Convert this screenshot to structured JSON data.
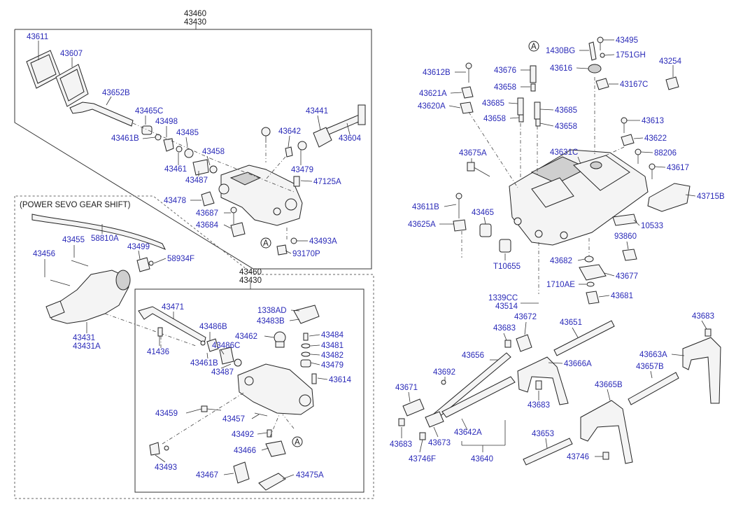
{
  "group_headers": {
    "upper_left": [
      "43460",
      "43430"
    ],
    "lower_left": [
      "43460",
      "43430"
    ],
    "power": "(POWER SEVO GEAR SHIFT)"
  },
  "callouts": {
    "a_mark": "A",
    "labels": {
      "u1": "43611",
      "u2": "43607",
      "u3": "43652B",
      "u4": "43465C",
      "u5": "43498",
      "u6": "43461B",
      "u7": "43485",
      "u8": "43458",
      "u9": "43461",
      "u10": "43487",
      "u11": "43441",
      "u12": "43642",
      "u13": "43604",
      "u14": "43479",
      "u15": "47125A",
      "u16": "43478",
      "u17": "43687",
      "u18": "43684",
      "u19": "43493A",
      "u20": "93170P",
      "p1": "58810A",
      "p2": "43455",
      "p3": "43499",
      "p4": "43456",
      "p5": "58934F",
      "p6": "43431",
      "p7": "43431A",
      "l1": "43471",
      "l2": "43486B",
      "l3": "41436",
      "l4": "43486C",
      "l5": "43461B",
      "l6": "43487",
      "l7": "1338AD",
      "l8": "43483B",
      "l9": "43462",
      "l10": "43484",
      "l11": "43481",
      "l12": "43482",
      "l13": "43479",
      "l14": "43614",
      "l15": "43459",
      "l16": "43457",
      "l17": "43492",
      "l18": "43466",
      "l19": "43493",
      "l20": "43467",
      "l21": "43475A",
      "r1": "43612B",
      "r2": "43621A",
      "r3": "43620A",
      "r4": "43676",
      "r5": "43658",
      "r6": "43685",
      "r7": "43658",
      "r8": "43685",
      "r9": "43658",
      "r10": "1430BG",
      "r11": "43495",
      "r12": "1751GH",
      "r13": "43616",
      "r14": "43167C",
      "r15": "43254",
      "r16": "43613",
      "r17": "43622",
      "r18": "88206",
      "r19": "43617",
      "r20": "43675A",
      "r21": "43631C",
      "r22": "43715B",
      "r23": "43611B",
      "r24": "43625A",
      "r25": "43465",
      "r26": "10533",
      "r27": "93860",
      "r28": "T10655",
      "r29": "43682",
      "r30": "43677",
      "r31": "1710AE",
      "r32": "43681",
      "r33": "1339CC",
      "r34": "43514",
      "b1": "43683",
      "b2": "43672",
      "b3": "43651",
      "b4": "43683",
      "b5": "43656",
      "b6": "43666A",
      "b7": "43663A",
      "b8": "43692",
      "b9": "43657B",
      "b10": "43671",
      "b11": "43665B",
      "b12": "43683",
      "b13": "43683",
      "b14": "43673",
      "b15": "43642A",
      "b16": "43653",
      "b17": "43746F",
      "b18": "43640",
      "b19": "43746"
    }
  }
}
